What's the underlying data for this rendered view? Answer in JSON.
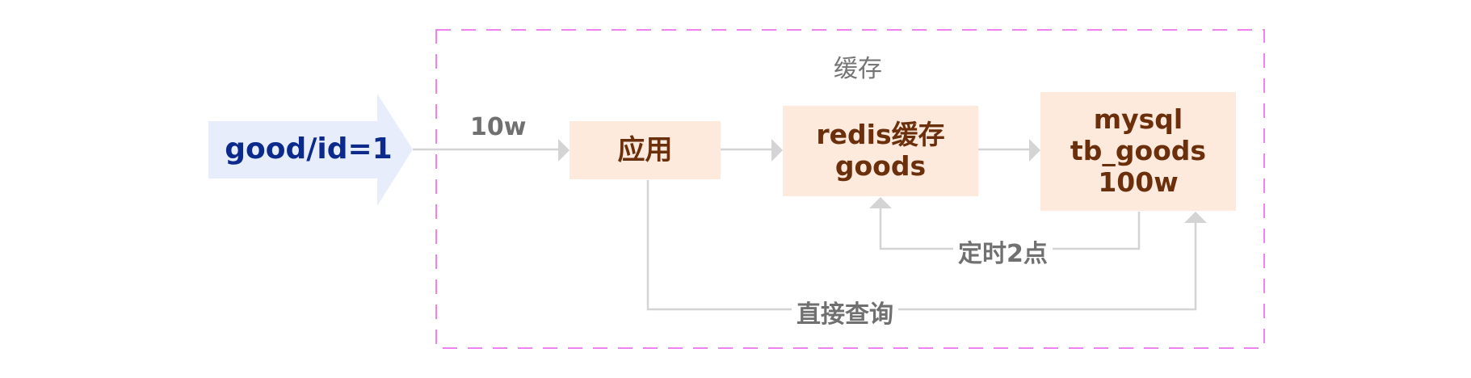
{
  "request": {
    "label": "good/id=1"
  },
  "flow_label": "10w",
  "cache_region": {
    "title": "缓存"
  },
  "nodes": {
    "app": {
      "label": "应用"
    },
    "redis": {
      "line1": "redis缓存",
      "line2": "goods"
    },
    "mysql": {
      "line1": "mysql",
      "line2": "tb_goods",
      "line3": "100w"
    }
  },
  "edges": {
    "sync": {
      "label": "定时2点"
    },
    "direct": {
      "label": "直接查询"
    }
  },
  "colors": {
    "request_fill": "#e8edfb",
    "request_text": "#0b2a8c",
    "node_fill": "#fdeadd",
    "node_text": "#6b2f0c",
    "frame_border": "#ee82ee",
    "connector": "#d4d4d4",
    "label_text": "#707070"
  }
}
